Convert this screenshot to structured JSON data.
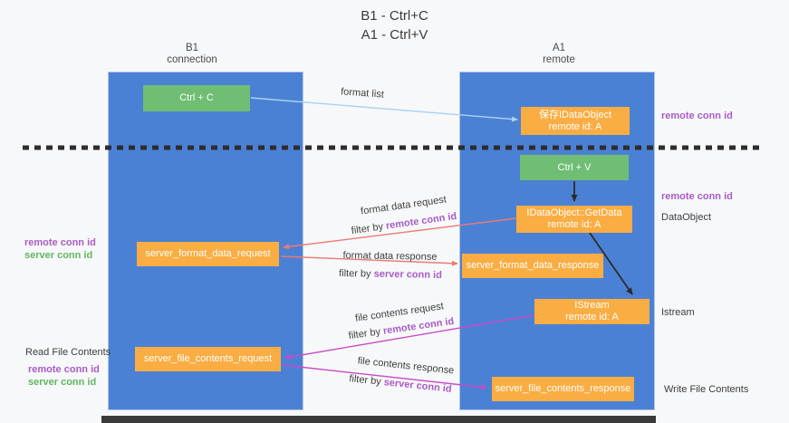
{
  "title": {
    "line1": "B1 - Ctrl+C",
    "line2": "A1 - Ctrl+V"
  },
  "lifelines": {
    "left": {
      "name": "B1",
      "role": "connection"
    },
    "right": {
      "name": "A1",
      "role": "remote"
    }
  },
  "boxes": {
    "ctrl_c": {
      "label": "Ctrl + C"
    },
    "ctrl_v": {
      "label": "Ctrl + V"
    },
    "save_dataobject": {
      "line1": "保存IDataObject",
      "line2": "remote id: A"
    },
    "getdata": {
      "line1": "IDataObject::GetData",
      "line2": "remote id: A"
    },
    "istream": {
      "line1": "IStream",
      "line2": "remote id: A"
    },
    "format_request": {
      "label": "server_format_data_request"
    },
    "format_response": {
      "label": "server_format_data_response"
    },
    "file_request": {
      "label": "server_file_contents_request"
    },
    "file_response": {
      "label": "server_file_contents_response"
    }
  },
  "annotations": {
    "remote_conn_id": "remote conn id",
    "server_conn_id": "server conn id",
    "dataobject": "DataObject",
    "istream": "Istream",
    "read_file_contents": "Read File Contents",
    "write_file_contents": "Write File Contents"
  },
  "messages": {
    "format_list": "format list",
    "format_data_request": "format data request",
    "format_data_response": "format data response",
    "file_contents_request": "file contents request",
    "file_contents_response": "file contents response",
    "filter_by": "filter by "
  },
  "colors": {
    "bg": "#f7f8f9",
    "column_blue": "#4b81d4",
    "box_green": "#6fbe73",
    "box_orange": "#f9ad42",
    "accent_purple": "#a85cc5",
    "accent_green": "#5fb65f",
    "arrow_red": "#ec7a74",
    "arrow_magenta": "#c84bc8",
    "arrow_lightblue": "#a9d3ef"
  }
}
